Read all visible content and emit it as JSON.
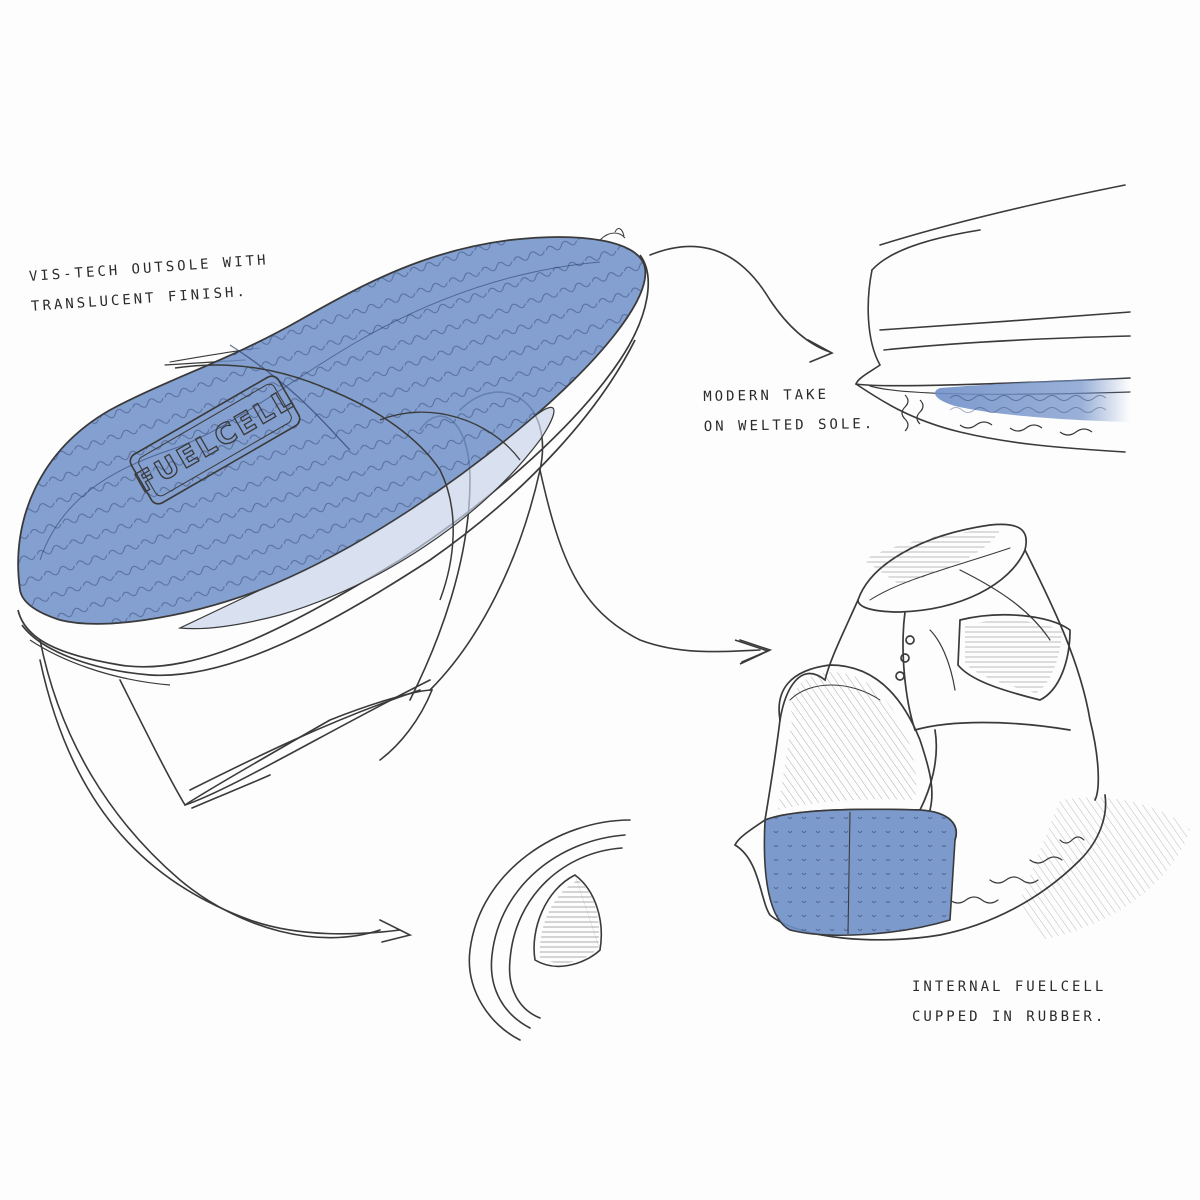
{
  "annotations": {
    "outsole": {
      "line1": "VIS-TECH OUTSOLE WITH",
      "line2": "TRANSLUCENT FINISH."
    },
    "welted": {
      "line1": "MODERN TAKE",
      "line2": "ON WELTED SOLE."
    },
    "fuelcell": {
      "line1": "INTERNAL FUELCELL",
      "line2": "CUPPED IN RUBBER."
    }
  },
  "sole_logo": "FUELCELL",
  "colors": {
    "paper": "#fdfdfd",
    "pencil": "#3a3a3a",
    "translucent_blue": "#6f8fc8"
  }
}
